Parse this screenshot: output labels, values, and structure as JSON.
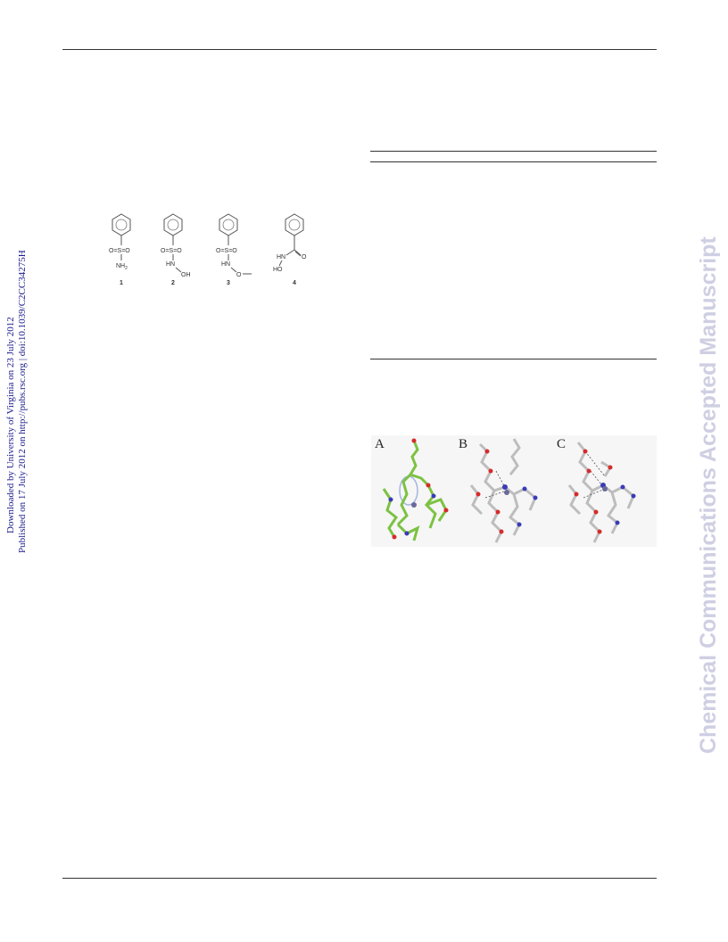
{
  "sidebar": {
    "line1": "Downloaded by University of Virginia on 23 July 2012",
    "line2": "Published on 17 July 2012 on http://pubs.rsc.org | doi:10.1039/C2CC34275H"
  },
  "watermark": {
    "text": "Chemical Communications Accepted Manuscript",
    "color": "#cfcfe3"
  },
  "scheme": {
    "compounds": [
      {
        "number": "1",
        "g1": "O=S=O",
        "g2": "NH",
        "g2sub": "2"
      },
      {
        "number": "2",
        "g1": "O=S=O",
        "g2": "HN",
        "g3": "OH"
      },
      {
        "number": "3",
        "g1": "O=S=O",
        "g2": "HN",
        "g3": "O"
      },
      {
        "number": "4",
        "g1": "HN",
        "g2": "HO",
        "g3": "O"
      }
    ]
  },
  "figure": {
    "panels": [
      "A",
      "B",
      "C"
    ],
    "colors": {
      "carbon_green": "#7cc242",
      "carbon_grey": "#bdbdbd",
      "oxygen": "#d62b2b",
      "nitrogen": "#3a3ab8",
      "density": "#8fa8d8"
    }
  }
}
